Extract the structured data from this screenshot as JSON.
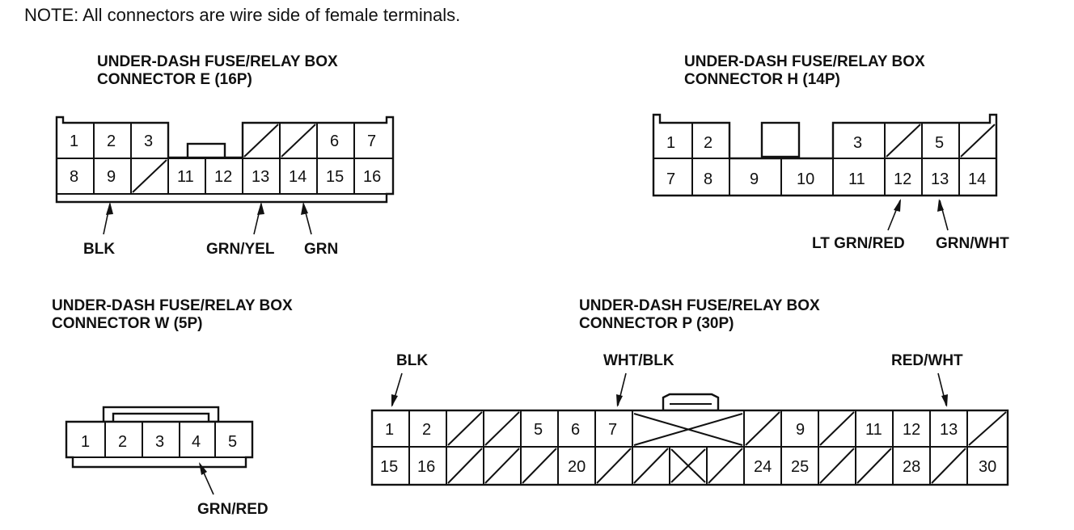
{
  "note": "NOTE: All connectors are wire side of female terminals.",
  "connectors": {
    "e": {
      "title_line1": "UNDER-DASH FUSE/RELAY BOX",
      "title_line2": "CONNECTOR E (16P)",
      "pins": [
        "1",
        "2",
        "3",
        "6",
        "7",
        "8",
        "9",
        "11",
        "12",
        "13",
        "14",
        "15",
        "16"
      ],
      "wires": [
        "BLK",
        "GRN/YEL",
        "GRN"
      ]
    },
    "h": {
      "title_line1": "UNDER-DASH FUSE/RELAY BOX",
      "title_line2": "CONNECTOR H (14P)",
      "pins": [
        "1",
        "2",
        "3",
        "5",
        "7",
        "8",
        "9",
        "10",
        "11",
        "12",
        "13",
        "14"
      ],
      "wires": [
        "LT GRN/RED",
        "GRN/WHT"
      ]
    },
    "w": {
      "title_line1": "UNDER-DASH FUSE/RELAY BOX",
      "title_line2": "CONNECTOR W (5P)",
      "pins": [
        "1",
        "2",
        "3",
        "4",
        "5"
      ],
      "wires": [
        "GRN/RED"
      ]
    },
    "p": {
      "title_line1": "UNDER-DASH FUSE/RELAY BOX",
      "title_line2": "CONNECTOR P (30P)",
      "pins": [
        "1",
        "2",
        "5",
        "6",
        "7",
        "9",
        "11",
        "12",
        "13",
        "15",
        "16",
        "20",
        "24",
        "25",
        "28",
        "30"
      ],
      "wires": [
        "BLK",
        "WHT/BLK",
        "RED/WHT"
      ]
    }
  }
}
